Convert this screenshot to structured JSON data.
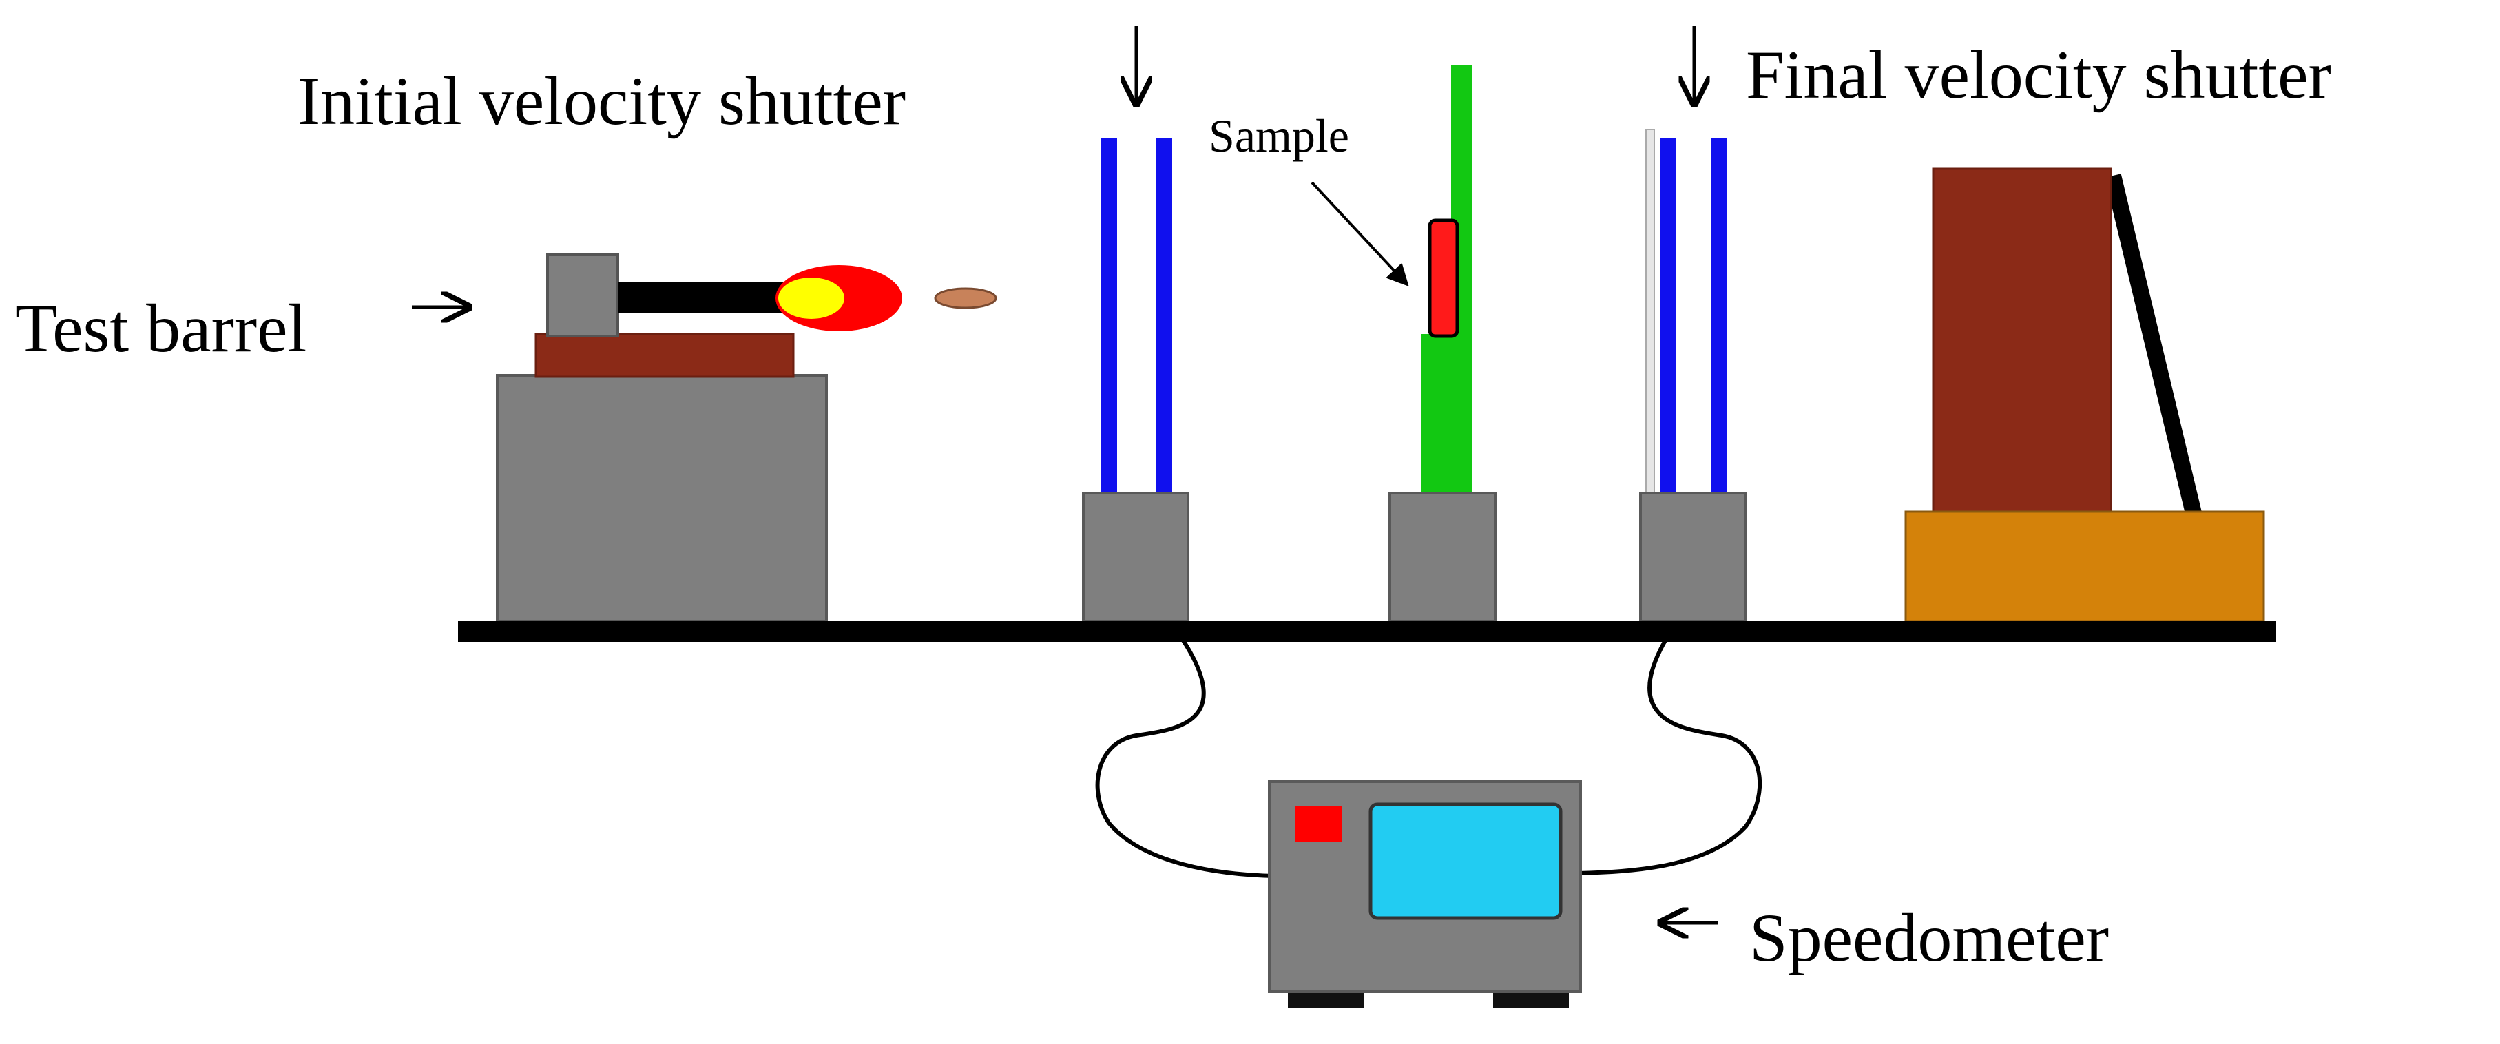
{
  "labels": {
    "initial_shutter": "Initial velocity shutter",
    "final_shutter": "Final velocity shutter",
    "sample": "Sample",
    "test_barrel": "Test barrel",
    "speedometer": "Speedometer"
  },
  "colors": {
    "base_gray": "#7f7f7f",
    "outline_gray": "#595959",
    "rail": "#000000",
    "barrel_mount": "#8b2a17",
    "flash_outer": "#ff0000",
    "flash_inner": "#ffff00",
    "bullet": "#c8825a",
    "shutter_bar": "#1010ee",
    "sample_holder": "#12c812",
    "sample_piece": "#ff1a1a",
    "catcher_block": "#8b2a17",
    "catcher_base": "#d4820a",
    "screen": "#22ccf2",
    "indicator": "#ff0000"
  },
  "icons": {
    "initial_arrow": "arrow-down-icon",
    "final_arrow": "arrow-down-icon",
    "barrel_arrow": "arrow-right-icon",
    "speedometer_arrow": "arrow-left-icon",
    "sample_pointer": "pointer-arrow-icon"
  }
}
